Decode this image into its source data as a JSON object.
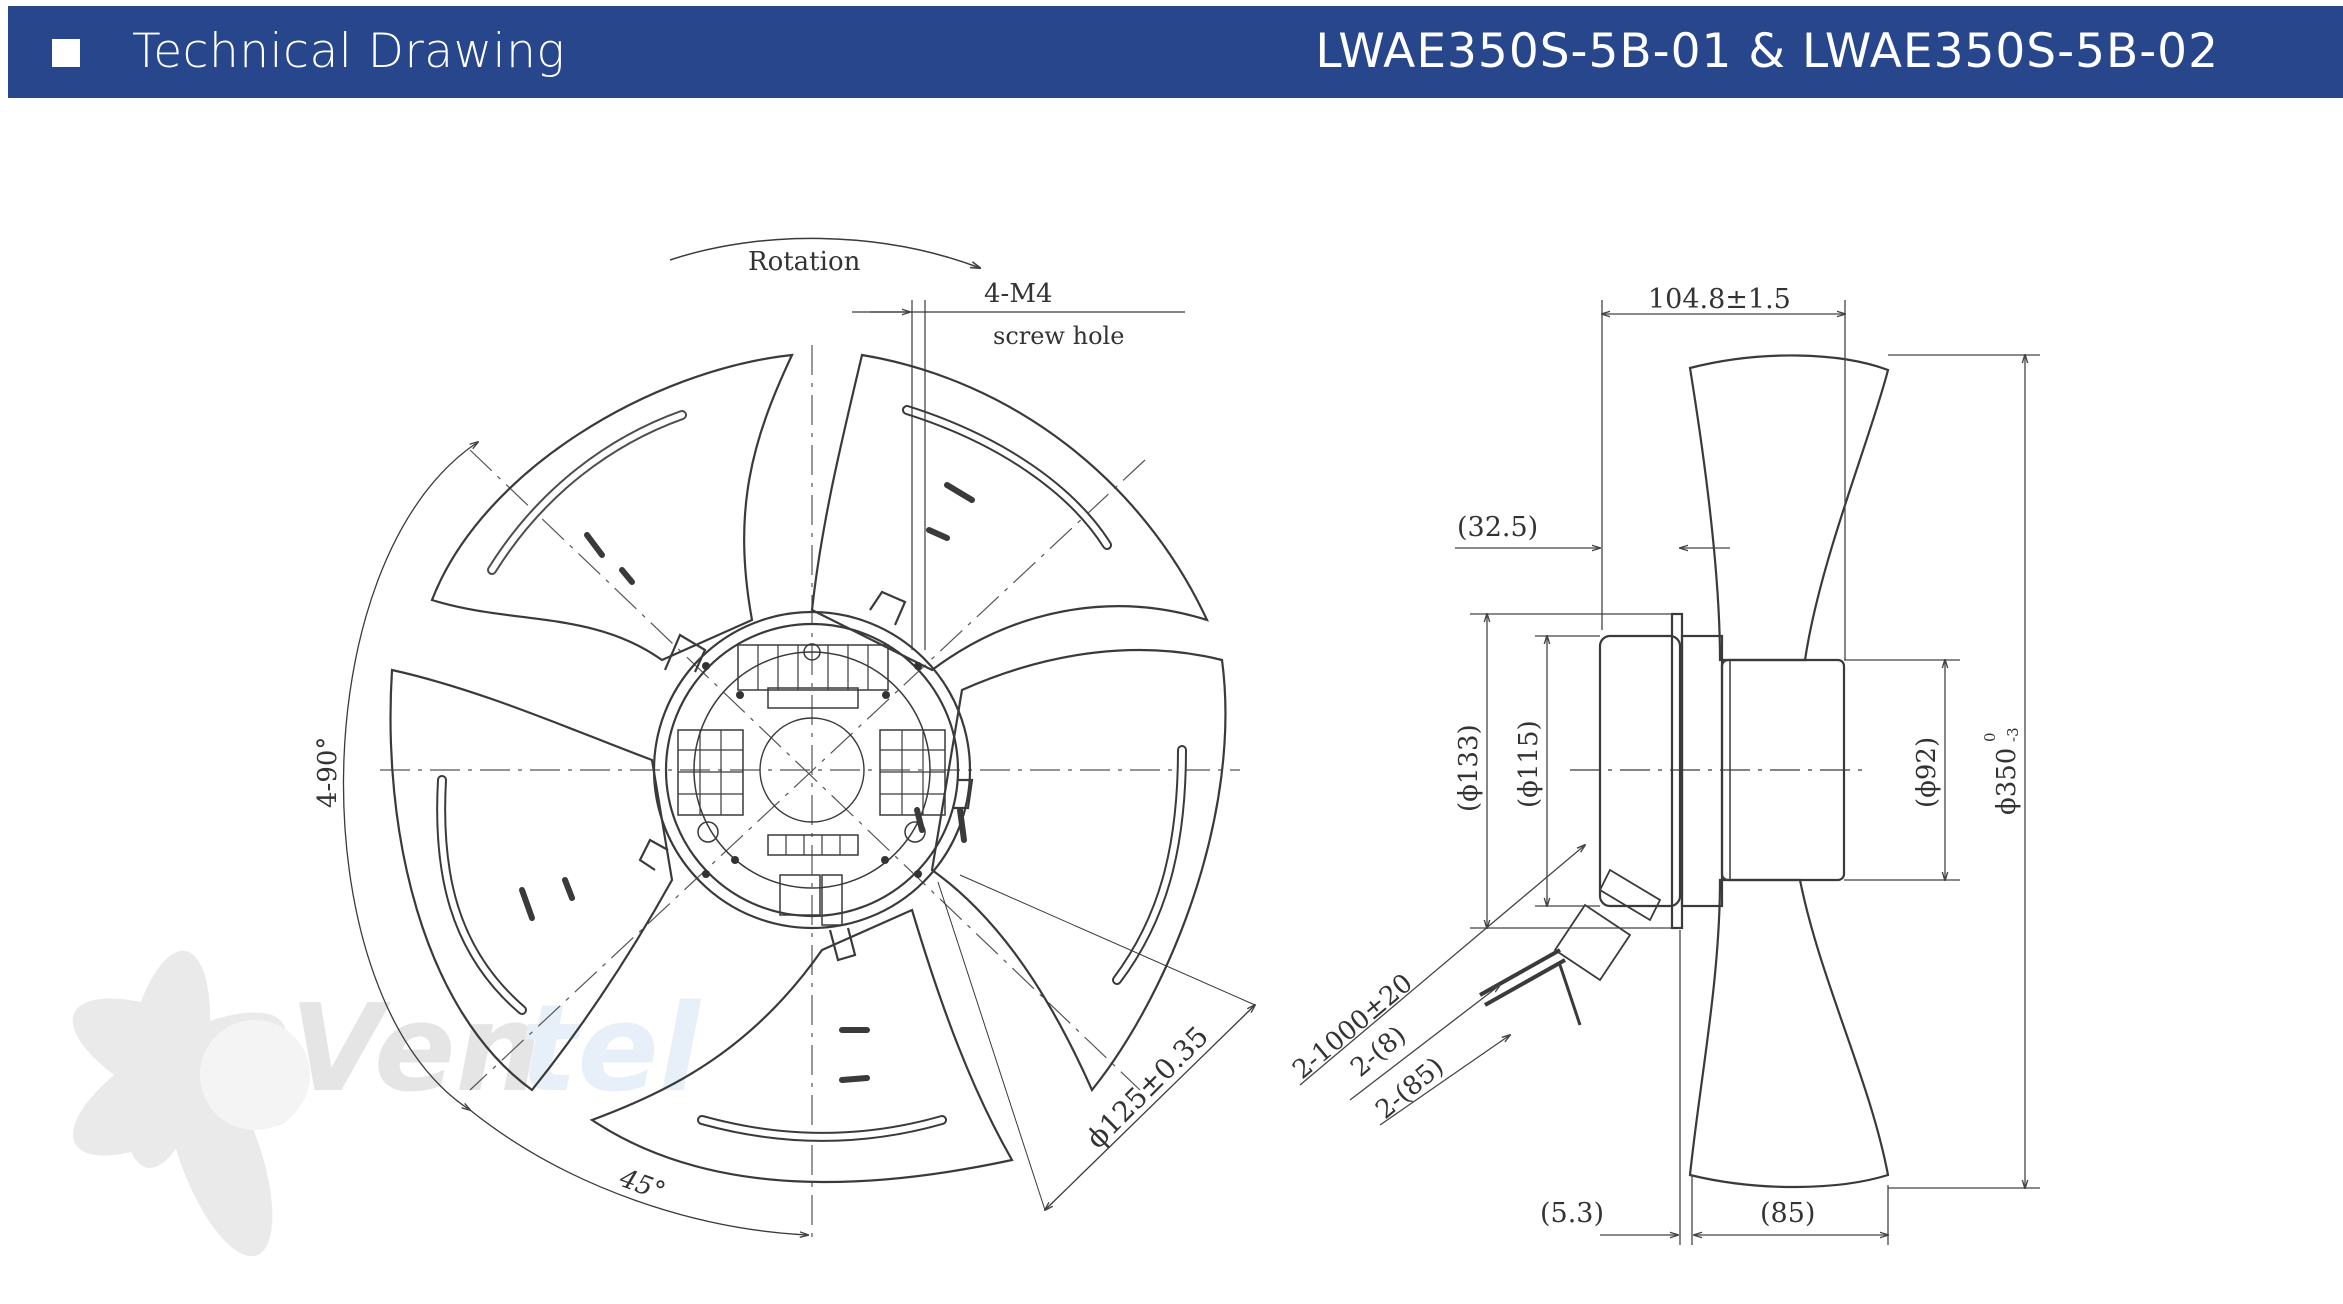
{
  "header": {
    "title": "Technical Drawing",
    "model": "LWAE350S-5B-01 & LWAE350S-5B-02",
    "background_color": "#27468b"
  },
  "front_view": {
    "rotation_label": "Rotation",
    "screw_label_1": "4-M4",
    "screw_label_2": "screw hole",
    "angle_4x90": "4-90°",
    "angle_45": "45°",
    "bolt_circle": "ϕ125±0.35"
  },
  "side_view": {
    "depth": "104.8±1.5",
    "offset": "(32.5)",
    "dia_133": "(ϕ133)",
    "dia_115": "(ϕ115)",
    "dia_92": "(ϕ92)",
    "dia_350": "ϕ350",
    "dia_350_tol_upper": "0",
    "dia_350_tol_lower": "-3",
    "cable_length": "2-1000±20",
    "cable_8": "2-(8)",
    "cable_85": "2-(85)",
    "dim_5_3": "(5.3)",
    "dim_85": "(85)"
  },
  "watermark": {
    "text": "Ventel"
  }
}
